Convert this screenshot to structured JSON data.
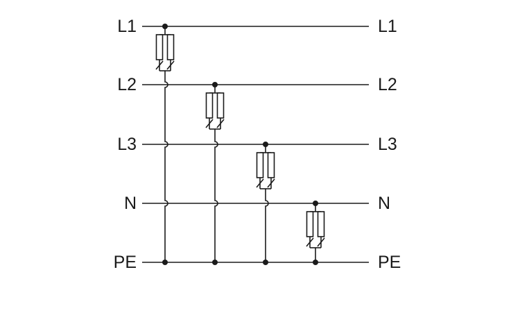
{
  "diagram": {
    "type": "surge-protection-wiring-schematic",
    "colors": {
      "line": "#1a1a1a",
      "background": "#ffffff"
    },
    "conductors": [
      {
        "id": "L1",
        "left_label": "L1",
        "right_label": "L1"
      },
      {
        "id": "L2",
        "left_label": "L2",
        "right_label": "L2"
      },
      {
        "id": "L3",
        "left_label": "L3",
        "right_label": "L3"
      },
      {
        "id": "N",
        "left_label": "N",
        "right_label": "N"
      },
      {
        "id": "PE",
        "left_label": "PE",
        "right_label": "PE"
      }
    ],
    "branches": [
      {
        "from": "L1",
        "to": "PE",
        "component": "surge-arrester-with-disconnector"
      },
      {
        "from": "L2",
        "to": "PE",
        "component": "surge-arrester-with-disconnector"
      },
      {
        "from": "L3",
        "to": "PE",
        "component": "surge-arrester-with-disconnector"
      },
      {
        "from": "N",
        "to": "PE",
        "component": "surge-arrester-with-disconnector"
      }
    ]
  }
}
